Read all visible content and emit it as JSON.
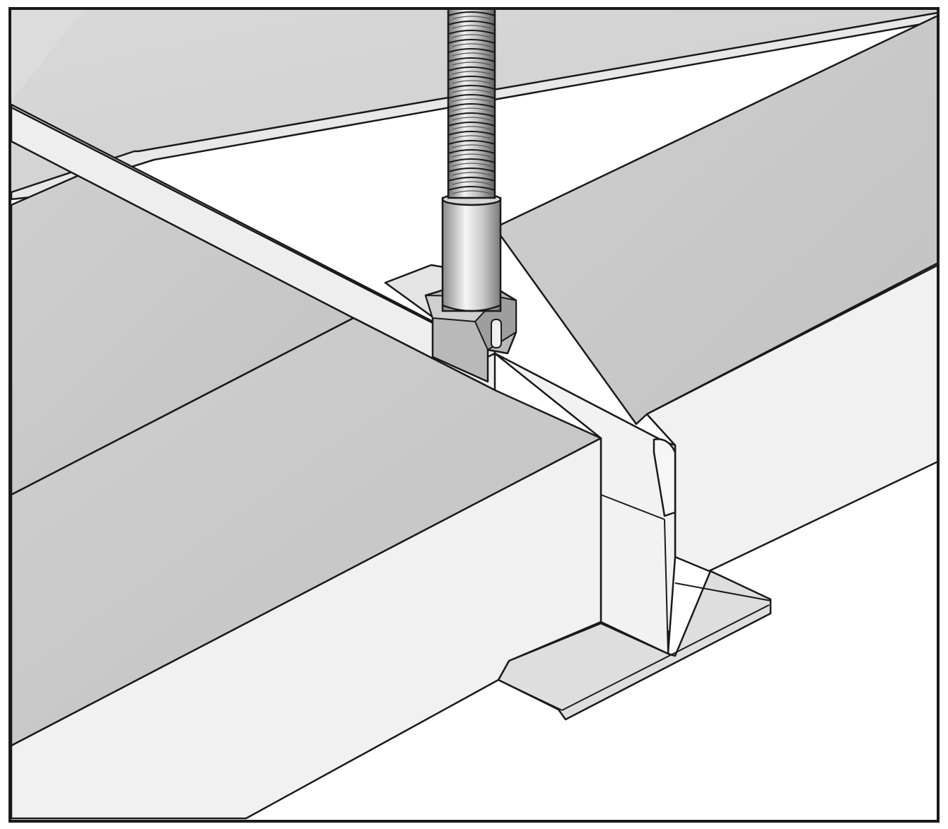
{
  "diagram": {
    "colors": {
      "background": "#ffffff",
      "frame": "#1a1a1a",
      "line": "#1a1a1a",
      "ceiling_far": "#d4d4d4",
      "panel_top": "#c9c9c9",
      "panel_face": "#f1f1f1",
      "grid_top": "#eeeeee",
      "grid_web": "#e6e6e6",
      "flange": "#dcdcdc",
      "clip": "#b9b9b9",
      "rod": "#8f8f8f",
      "rod_highlight": "#ededed"
    },
    "parts": [
      {
        "id": "threaded-rod",
        "icon": "threaded-rod-icon"
      },
      {
        "id": "rod-coupler",
        "icon": "coupler-icon"
      },
      {
        "id": "hanger-clip",
        "icon": "clip-icon"
      },
      {
        "id": "cross-tee",
        "icon": "tee-bar-icon"
      },
      {
        "id": "main-tee",
        "icon": "tee-bar-icon"
      },
      {
        "id": "ceiling-panel",
        "icon": "panel-icon"
      }
    ]
  }
}
